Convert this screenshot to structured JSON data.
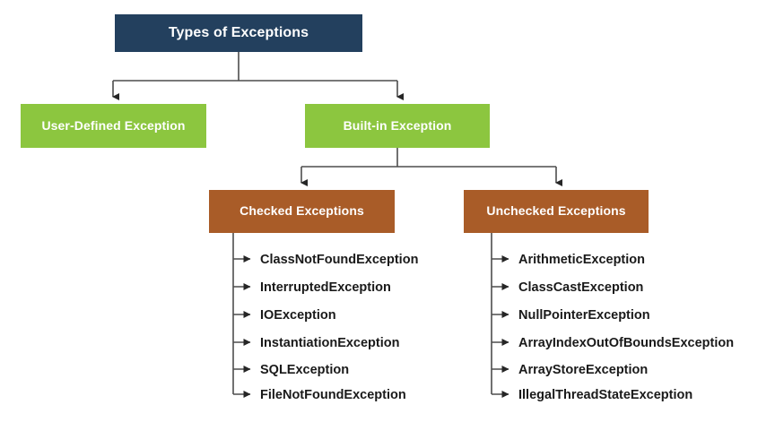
{
  "diagram": {
    "title": "Types of Exceptions",
    "colors": {
      "root": "#23405e",
      "level2": "#8cc63f",
      "level3": "#a95c28",
      "connector": "#4d4d4d",
      "leaf_text": "#1a1a1a",
      "background": "#ffffff"
    },
    "root": {
      "label": "Types of Exceptions"
    },
    "level2": [
      {
        "label": "User-Defined Exception"
      },
      {
        "label": "Built-in Exception"
      }
    ],
    "level3": [
      {
        "label": "Checked Exceptions"
      },
      {
        "label": "Unchecked Exceptions"
      }
    ],
    "checked_exceptions": [
      "ClassNotFoundException",
      "InterruptedException",
      "IOException",
      "InstantiationException",
      "SQLException",
      "FileNotFoundException"
    ],
    "unchecked_exceptions": [
      "ArithmeticException",
      "ClassCastException",
      "NullPointerException",
      "ArrayIndexOutOfBoundsException",
      "ArrayStoreException",
      "IllegalThreadStateException"
    ]
  }
}
